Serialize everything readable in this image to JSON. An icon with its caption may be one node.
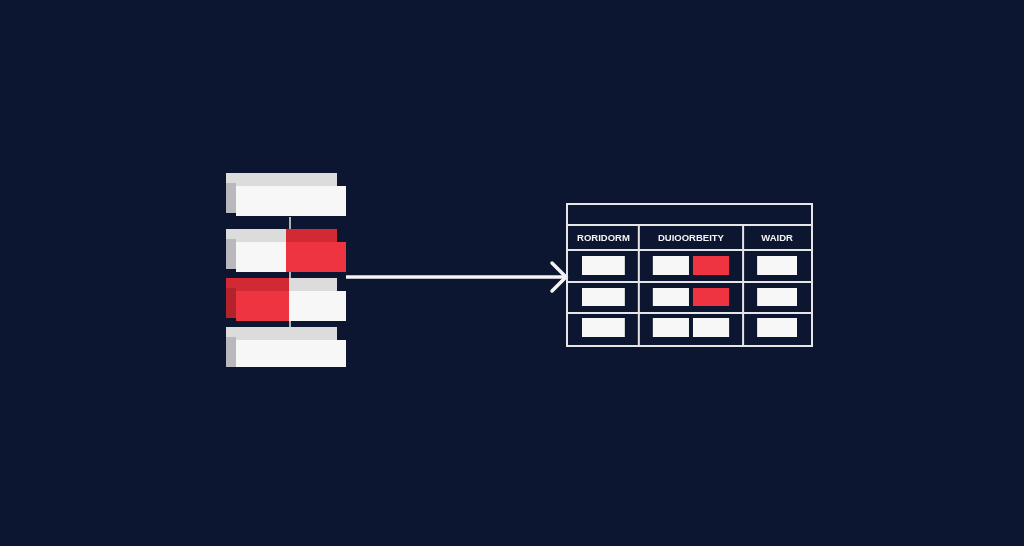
{
  "diagram": {
    "nodes": [
      {
        "text": [],
        "shape": "picture"
      },
      {
        "text": [
          "RORIDORM",
          "DUIOORBEITY",
          "WAIDR"
        ]
      }
    ],
    "edges": [
      {
        "from": 0,
        "to": 1,
        "arrow": "to"
      }
    ]
  }
}
